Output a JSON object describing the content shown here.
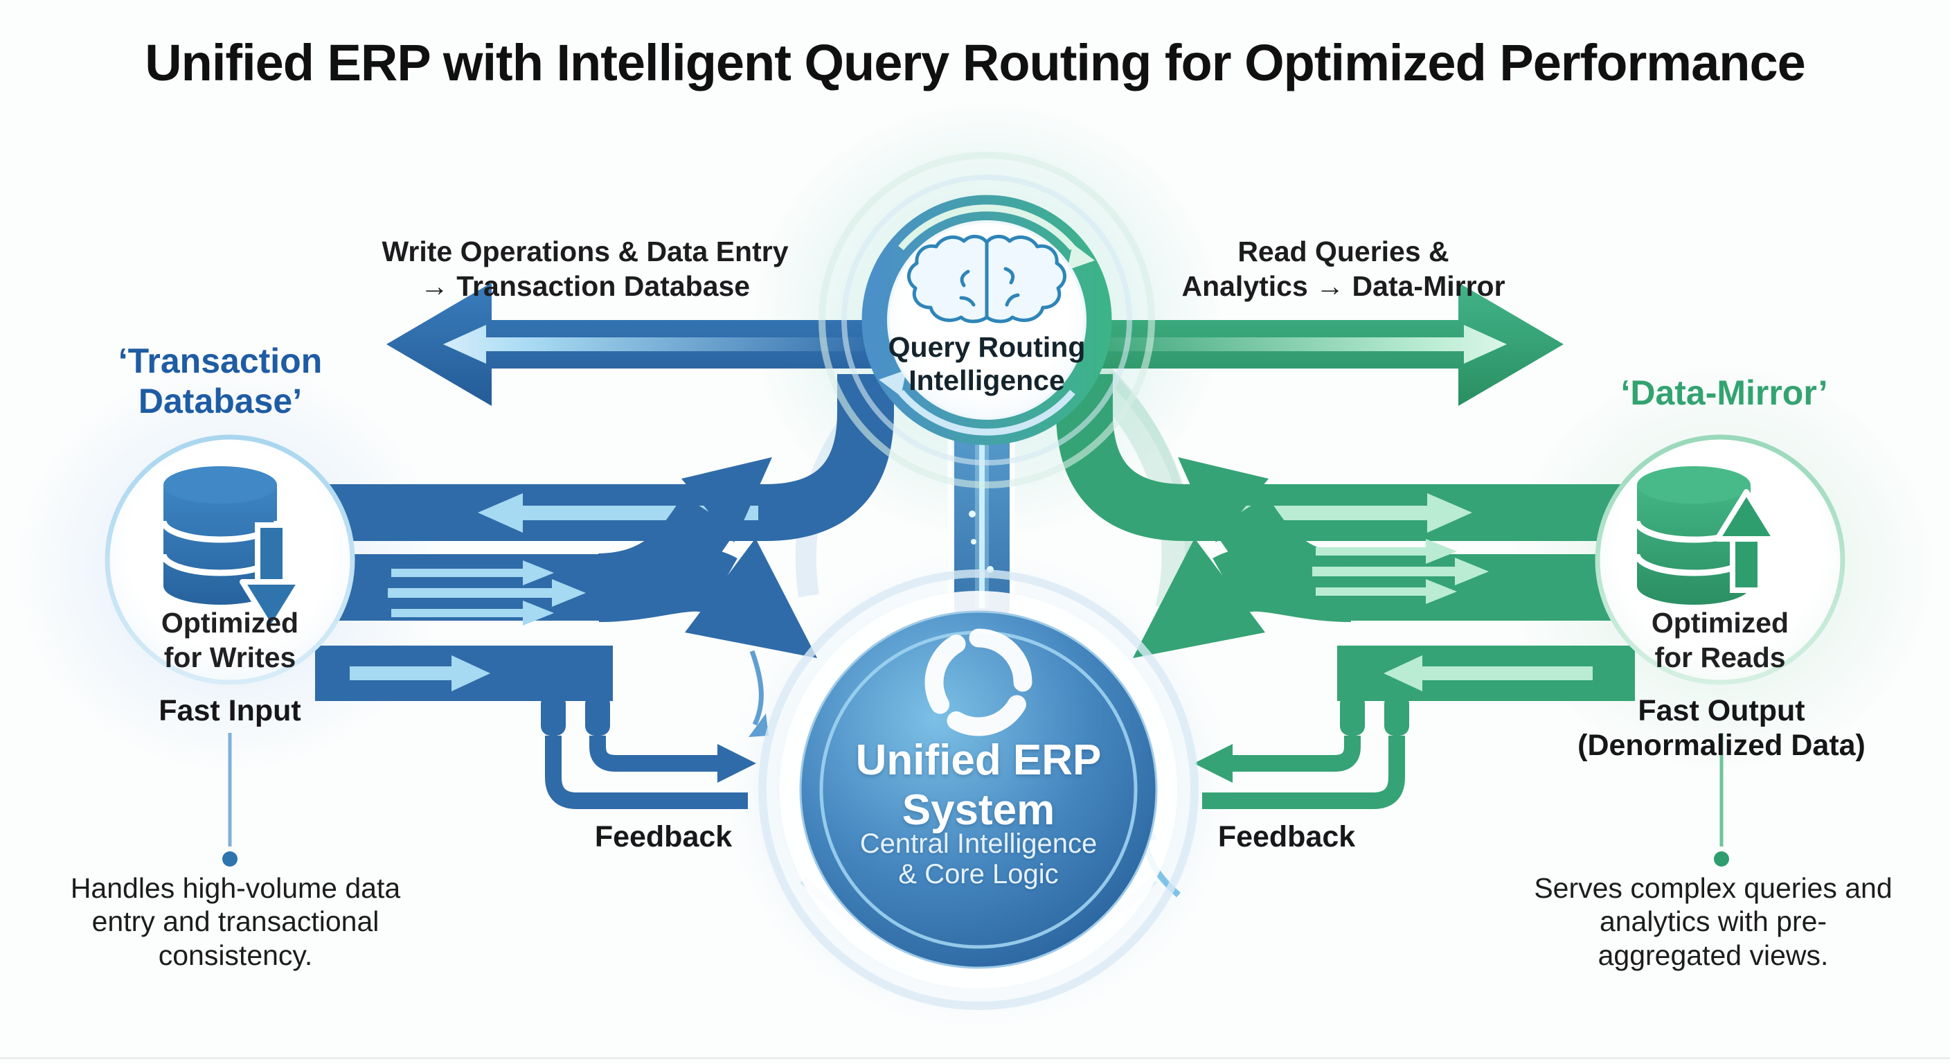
{
  "title": "Unified ERP with Intelligent Query Routing for Optimized Performance",
  "query_router": {
    "icon": "brain-icon",
    "name_line1": "Query Routing",
    "name_line2": "Intelligence"
  },
  "write_path": {
    "label_line1": "Write Operations & Data Entry",
    "label_line2": "→ Transaction Database"
  },
  "read_path": {
    "label_line1": "Read Queries &",
    "label_line2": "Analytics → Data-Mirror"
  },
  "transaction_db": {
    "heading_line1": "‘Transaction",
    "heading_line2": "Database’",
    "icon": "database-write-icon",
    "badge_line1": "Optimized",
    "badge_line2": "for Writes",
    "tagline": "Fast Input",
    "description": "Handles high-volume data entry and transactional consistency."
  },
  "data_mirror": {
    "heading": "‘Data-Mirror’",
    "icon": "database-read-icon",
    "badge_line1": "Optimized",
    "badge_line2": "for Reads",
    "tagline_line1": "Fast Output",
    "tagline_line2": "(Denormalized Data)",
    "description": "Serves complex queries and analytics with pre-aggregated views."
  },
  "erp_core": {
    "icon": "swirl-icon",
    "name_line1": "Unified ERP",
    "name_line2": "System",
    "subtitle_line1": "Central Intelligence",
    "subtitle_line2": "& Core Logic"
  },
  "feedback_left": "Feedback",
  "feedback_right": "Feedback",
  "colors": {
    "write_blue": "#2f6ba8",
    "write_blue_light": "#a6d9f2",
    "read_green": "#35a375",
    "read_green_light": "#b9ecd2",
    "heading_blue": "#1e5ca3",
    "heading_green": "#33a370",
    "text_dark": "#1b1b1d"
  }
}
